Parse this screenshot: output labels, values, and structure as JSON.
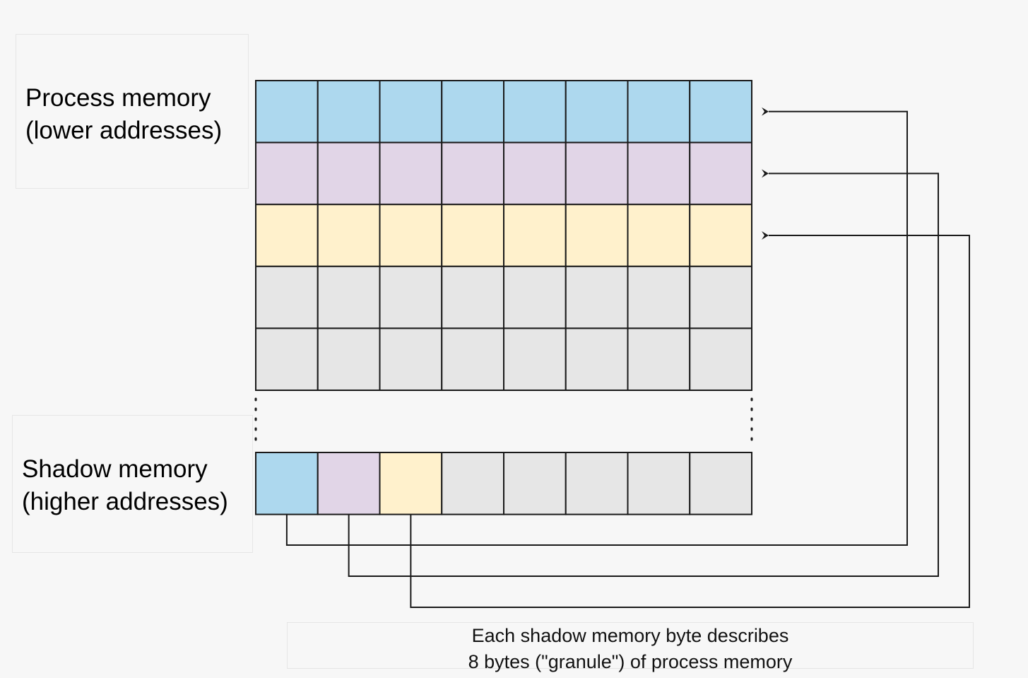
{
  "labels": {
    "process_line1": "Process memory",
    "process_line2": "(lower addresses)",
    "shadow_line1": "Shadow memory",
    "shadow_line2": "(higher addresses)",
    "caption_line1": "Each shadow memory byte describes",
    "caption_line2": "8 bytes (\"granule\") of process memory"
  },
  "colors": {
    "blue": "#add8ee",
    "purple": "#e1d5e7",
    "yellow": "#fff1cc",
    "gray": "#e6e6e6",
    "line": "#1a1a1a",
    "background": "#f7f7f7"
  },
  "process_memory": {
    "bytes_per_row": 8,
    "row_colors": [
      "blue",
      "purple",
      "yellow",
      "gray",
      "gray"
    ]
  },
  "shadow_memory": {
    "cell_colors": [
      "blue",
      "purple",
      "yellow",
      "gray",
      "gray",
      "gray",
      "gray",
      "gray"
    ]
  },
  "mappings": [
    {
      "shadow_cell": 0,
      "process_row": 0
    },
    {
      "shadow_cell": 1,
      "process_row": 1
    },
    {
      "shadow_cell": 2,
      "process_row": 2
    }
  ]
}
